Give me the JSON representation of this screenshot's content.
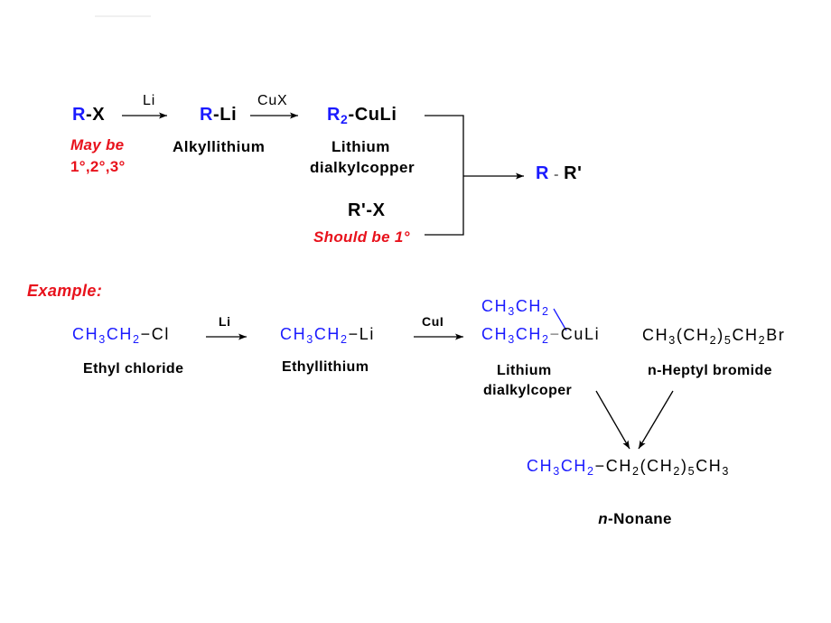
{
  "scheme": {
    "start_halide": [
      {
        "t": "R",
        "c": "#1a1aff"
      },
      {
        "t": "-X",
        "c": "#000000"
      }
    ],
    "start_note": {
      "line1": "May be",
      "line2": "1°,2°,3°"
    },
    "reagent_1": "Li",
    "alkyllithium": [
      {
        "t": "R",
        "c": "#1a1aff"
      },
      {
        "t": "-Li",
        "c": "#000000"
      }
    ],
    "alkyllithium_label": "Alkyllithium",
    "reagent_2": "CuX",
    "cuprate": [
      {
        "t": "R",
        "c": "#1a1aff"
      },
      {
        "t": "2",
        "c": "#1a1aff",
        "sub": true
      },
      {
        "t": "-CuLi",
        "c": "#000000"
      }
    ],
    "cuprate_label": {
      "line1": "Lithium",
      "line2": "dialkylcopper"
    },
    "coupling_halide": [
      {
        "t": "R'-X",
        "c": "#000000"
      }
    ],
    "coupling_note": "Should be 1°",
    "product": [
      {
        "t": "R",
        "c": "#1a1aff"
      },
      {
        "t": " - ",
        "c": "#7a7a7a",
        "small": true
      },
      {
        "t": "R'",
        "c": "#000000"
      }
    ]
  },
  "example": {
    "heading": "Example:",
    "ethyl_chloride": [
      {
        "t": "CH",
        "c": "#1a1aff"
      },
      {
        "t": "3",
        "c": "#1a1aff",
        "sub": true
      },
      {
        "t": "CH",
        "c": "#1a1aff"
      },
      {
        "t": "2",
        "c": "#1a1aff",
        "sub": true
      },
      {
        "t": "−Cl",
        "c": "#000000"
      }
    ],
    "ethyl_chloride_label": "Ethyl chloride",
    "reagent_1": "Li",
    "ethyllithium": [
      {
        "t": "CH",
        "c": "#1a1aff"
      },
      {
        "t": "3",
        "c": "#1a1aff",
        "sub": true
      },
      {
        "t": "CH",
        "c": "#1a1aff"
      },
      {
        "t": "2",
        "c": "#1a1aff",
        "sub": true
      },
      {
        "t": "−Li",
        "c": "#000000"
      }
    ],
    "ethyllithium_label": "Ethyllithium",
    "reagent_2": "CuI",
    "cuprate_upper": [
      {
        "t": "CH",
        "c": "#1a1aff"
      },
      {
        "t": "3",
        "c": "#1a1aff",
        "sub": true
      },
      {
        "t": "CH",
        "c": "#1a1aff"
      },
      {
        "t": "2",
        "c": "#1a1aff",
        "sub": true
      }
    ],
    "cuprate_lower": [
      {
        "t": "CH",
        "c": "#1a1aff"
      },
      {
        "t": "3",
        "c": "#1a1aff",
        "sub": true
      },
      {
        "t": "CH",
        "c": "#1a1aff"
      },
      {
        "t": "2",
        "c": "#1a1aff",
        "sub": true
      },
      {
        "t": "−",
        "c": "#7a7a7a"
      },
      {
        "t": "CuLi",
        "c": "#000000"
      }
    ],
    "cuprate_label": {
      "line1": "Lithium",
      "line2": "dialkylcoper"
    },
    "heptyl_bromide": [
      {
        "t": "CH",
        "c": "#000000"
      },
      {
        "t": "3",
        "c": "#000000",
        "sub": true
      },
      {
        "t": "(CH",
        "c": "#000000"
      },
      {
        "t": "2",
        "c": "#000000",
        "sub": true
      },
      {
        "t": ")",
        "c": "#000000"
      },
      {
        "t": "5",
        "c": "#000000",
        "sub": true
      },
      {
        "t": "CH",
        "c": "#000000"
      },
      {
        "t": "2",
        "c": "#000000",
        "sub": true
      },
      {
        "t": "Br",
        "c": "#000000"
      }
    ],
    "heptyl_bromide_label": "n-Heptyl bromide",
    "nonane": [
      {
        "t": "CH",
        "c": "#1a1aff"
      },
      {
        "t": "3",
        "c": "#1a1aff",
        "sub": true
      },
      {
        "t": "CH",
        "c": "#1a1aff"
      },
      {
        "t": "2",
        "c": "#1a1aff",
        "sub": true
      },
      {
        "t": "−",
        "c": "#000000"
      },
      {
        "t": "CH",
        "c": "#000000"
      },
      {
        "t": "2",
        "c": "#000000",
        "sub": true
      },
      {
        "t": "(CH",
        "c": "#000000"
      },
      {
        "t": "2",
        "c": "#000000",
        "sub": true
      },
      {
        "t": ")",
        "c": "#000000"
      },
      {
        "t": "5",
        "c": "#000000",
        "sub": true
      },
      {
        "t": "CH",
        "c": "#000000"
      },
      {
        "t": "3",
        "c": "#000000",
        "sub": true
      }
    ],
    "nonane_label": {
      "prefix": "n",
      "rest": "-Nonane"
    }
  }
}
